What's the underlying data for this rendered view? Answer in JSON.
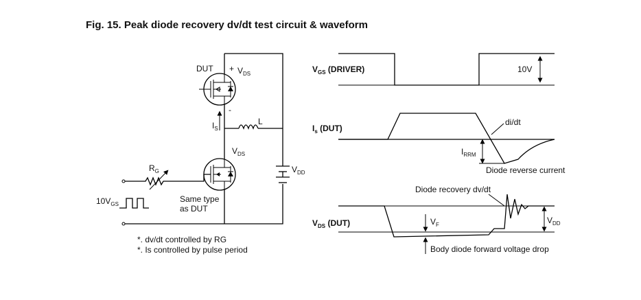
{
  "figure": {
    "title": "Fig. 15. Peak diode recovery dv/dt test circuit & waveform"
  },
  "circuit": {
    "dut_label": "DUT",
    "vds_top_main": "V",
    "vds_top_sub": "DS",
    "plus_sign": "+",
    "minus_sign": "-",
    "is_main": "I",
    "is_sub": "S",
    "inductor_label": "L",
    "vds_mid_main": "V",
    "vds_mid_sub": "DS",
    "vdd_main": "V",
    "vdd_sub": "DD",
    "rg_main": "R",
    "rg_sub": "G",
    "source_value": "10V",
    "source_sub": "GS",
    "same_type_line1": "Same type",
    "same_type_line2": "as DUT",
    "note1": "*. dv/dt controlled by RG",
    "note2": "*. Is controlled by pulse period"
  },
  "waveforms": {
    "vgs_main": "V",
    "vgs_sub": "GS",
    "vgs_suffix": " (DRIVER)",
    "vgs_amplitude": "10V",
    "is_main": "I",
    "is_sub": "s",
    "is_suffix": " (DUT)",
    "didt_label": "di/dt",
    "irrm_main": "I",
    "irrm_sub": "RRM",
    "reverse_current_label": "Diode reverse current",
    "dvdt_label": "Diode recovery dv/dt",
    "vds_main": "V",
    "vds_sub": "DS",
    "vds_suffix": " (DUT)",
    "vf_main": "V",
    "vf_sub": "F",
    "vdd_main": "V",
    "vdd_sub": "DD",
    "forward_drop_label": "Body diode forward voltage drop"
  }
}
